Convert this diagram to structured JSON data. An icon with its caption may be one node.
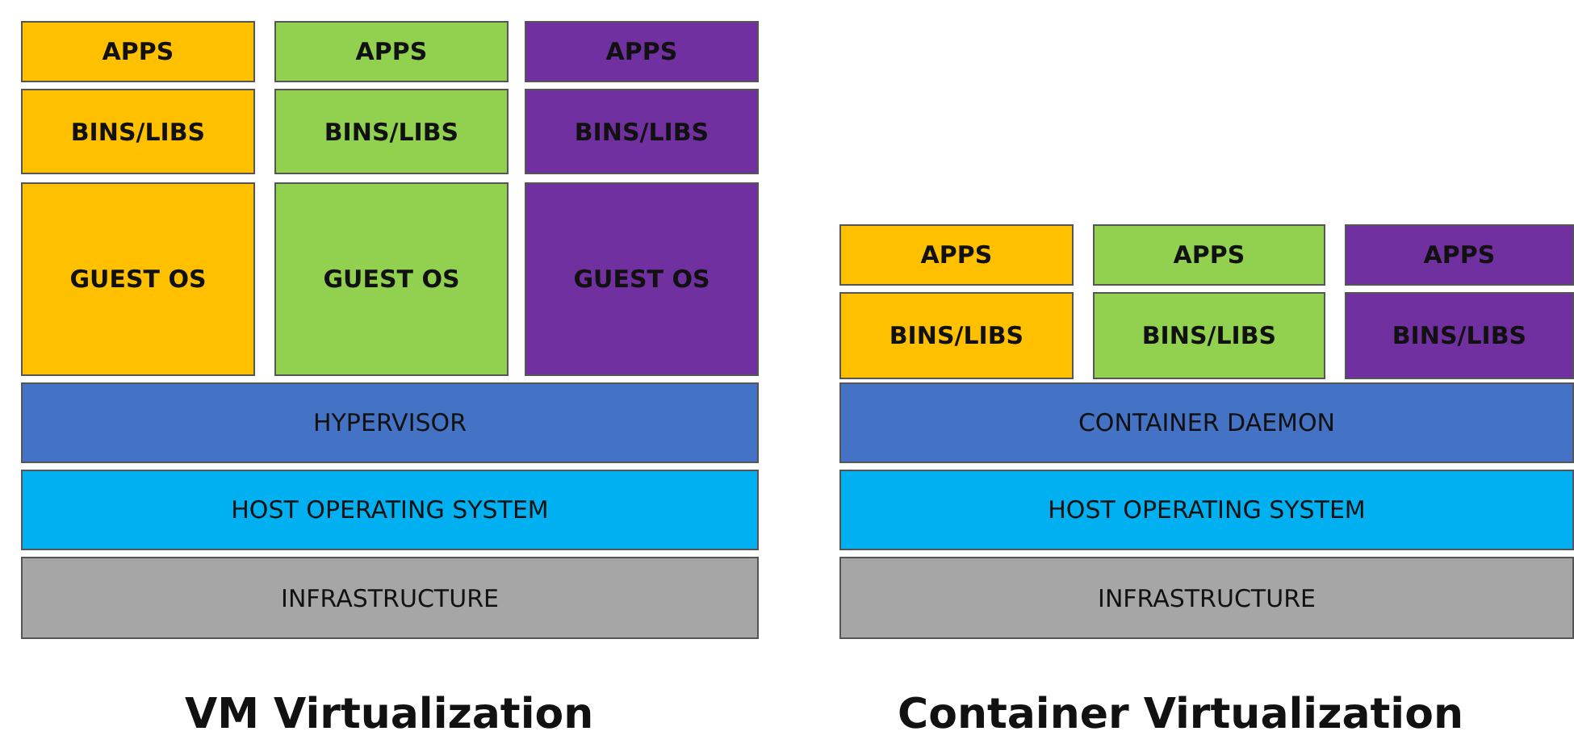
{
  "diagram": {
    "nodes": [
      {
        "text": [
          "APPS"
        ]
      },
      {
        "text": [
          "APPS"
        ]
      },
      {
        "text": [
          "APPS"
        ]
      },
      {
        "text": [
          "BINS/LIBS"
        ]
      },
      {
        "text": [
          "BINS/LIBS"
        ]
      },
      {
        "text": [
          "BINS/LIBS"
        ]
      },
      {
        "text": [
          "GUEST OS"
        ]
      },
      {
        "text": [
          "GUEST OS"
        ]
      },
      {
        "text": [
          "GUEST OS"
        ]
      },
      {
        "text": [
          "HYPERVISOR"
        ]
      },
      {
        "text": [
          "HOST OPERATING SYSTEM"
        ]
      },
      {
        "text": [
          "INFRASTRUCTURE"
        ]
      },
      {
        "text": [
          "APPS"
        ]
      },
      {
        "text": [
          "APPS"
        ]
      },
      {
        "text": [
          "APPS"
        ]
      },
      {
        "text": [
          "BINS/LIBS"
        ]
      },
      {
        "text": [
          "BINS/LIBS"
        ]
      },
      {
        "text": [
          "BINS/LIBS"
        ]
      },
      {
        "text": [
          "CONTAINER DAEMON"
        ]
      },
      {
        "text": [
          "HOST OPERATING SYSTEM"
        ]
      },
      {
        "text": [
          "INFRASTRUCTURE"
        ]
      }
    ],
    "labels": [
      "VM Virtualization",
      "Container Virtualization"
    ]
  }
}
